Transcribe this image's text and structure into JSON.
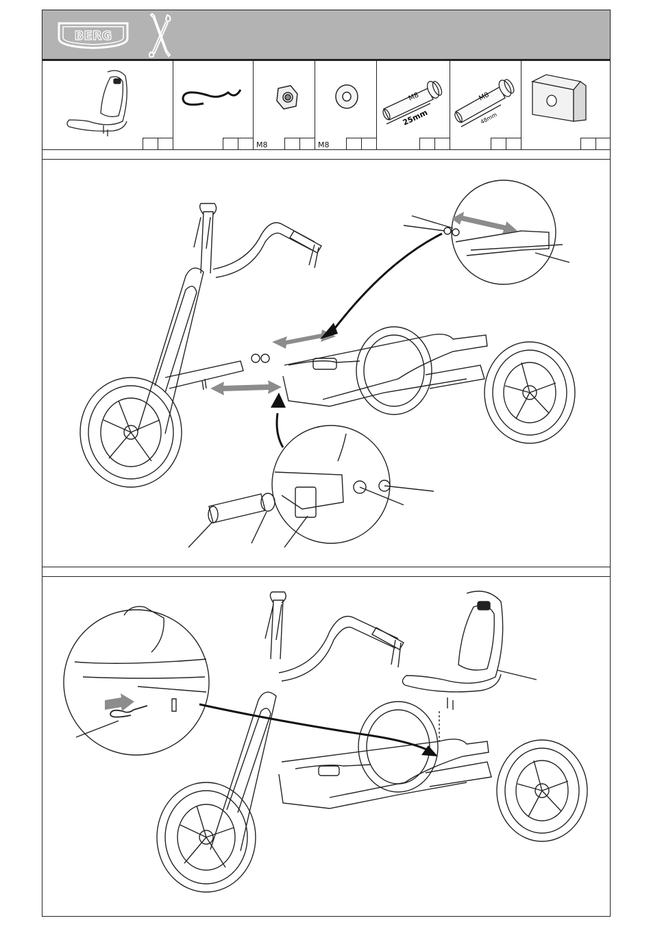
{
  "header": {
    "brand": "BERG",
    "background": "#b3b3b3",
    "logo_icon": "berg-shield-logo",
    "tools_icon": "screwdriver-wrench-icon"
  },
  "parts": [
    {
      "id": "seat",
      "icon": "seat-icon",
      "size_label": ""
    },
    {
      "id": "clip",
      "icon": "spring-clip-icon",
      "size_label": ""
    },
    {
      "id": "nut",
      "icon": "lock-nut-icon",
      "size_label": "M8"
    },
    {
      "id": "washer",
      "icon": "washer-icon",
      "size_label": "M8"
    },
    {
      "id": "bolt-25",
      "icon": "bolt-icon",
      "size_label": "",
      "thread": "M8",
      "length": "25mm"
    },
    {
      "id": "bolt-48",
      "icon": "bolt-icon",
      "size_label": "",
      "thread": "M8",
      "length": "48mm"
    },
    {
      "id": "bracket",
      "icon": "u-bracket-icon",
      "size_label": ""
    }
  ],
  "colors": {
    "arrow_gray": "#8c8c8c",
    "line": "#222222"
  }
}
